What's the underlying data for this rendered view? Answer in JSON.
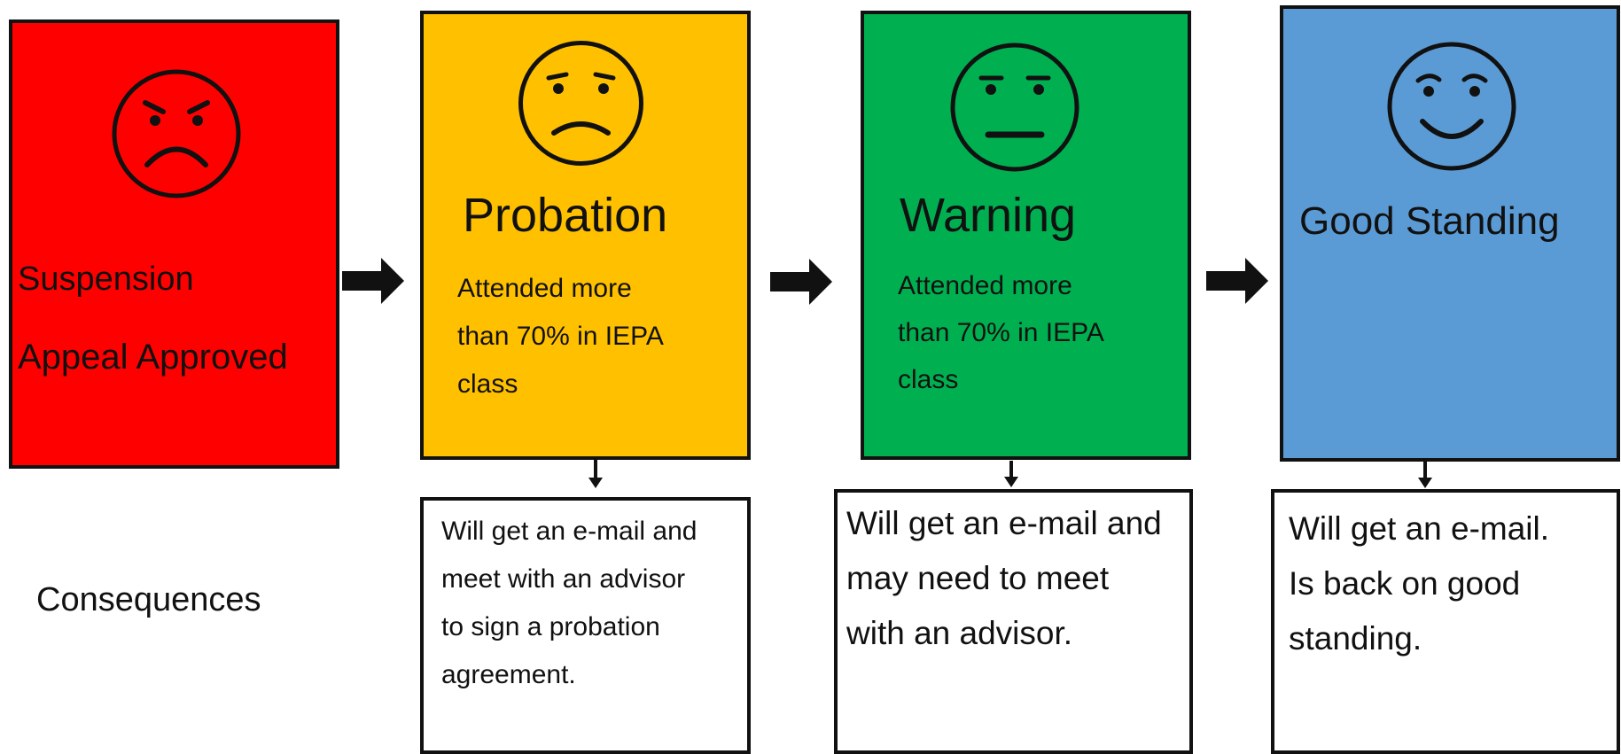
{
  "colors": {
    "suspension": "#ff0000",
    "probation": "#ffc000",
    "warning": "#00b050",
    "good_standing": "#5b9bd5",
    "outline": "#111111"
  },
  "stages": [
    {
      "face": "angry-face-icon",
      "title": "",
      "lines": [
        "Suspension",
        "Appeal Approved"
      ]
    },
    {
      "face": "frowning-face-icon",
      "title": "Probation",
      "criteria": "Attended more\nthan 70% in IEPA\nclass"
    },
    {
      "face": "neutral-face-icon",
      "title": "Warning",
      "criteria": "Attended more\nthan 70% in IEPA\nclass"
    },
    {
      "face": "smiling-face-icon",
      "title": "Good Standing"
    }
  ],
  "consequences_label": "Consequences",
  "consequences": [
    "Will get an e-mail and\nmeet with an advisor\nto sign a probation\nagreement.",
    "Will get an e-mail and\nmay need to meet\nwith an advisor.",
    "Will get an e-mail.\nIs back on good\nstanding."
  ]
}
